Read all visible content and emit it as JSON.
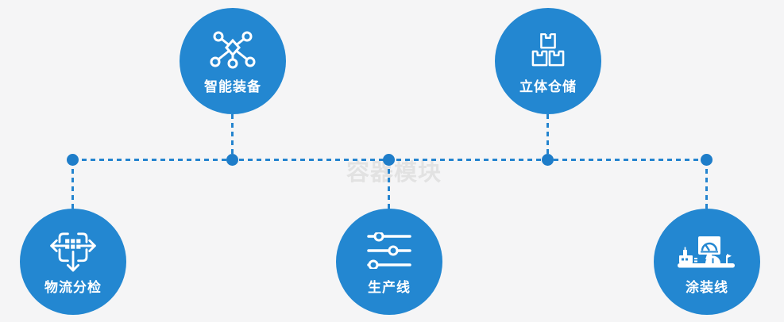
{
  "watermark": "容器模块",
  "colors": {
    "background": "#f5f5f6",
    "node_blue": "#2387d1",
    "connector_dash_blue": "#2484cf",
    "junction_dot_blue": "#1e7dc9",
    "icon_and_label_white": "#ffffff",
    "watermark_gray": "#e2e2e2"
  },
  "nodes": [
    {
      "label": "智能装备",
      "icon": "network-nodes-icon",
      "position": "top-left"
    },
    {
      "label": "立体仓储",
      "icon": "stacked-boxes-icon",
      "position": "top-right"
    },
    {
      "label": "物流分检",
      "icon": "sorting-arrows-icon",
      "position": "bottom-left"
    },
    {
      "label": "生产线",
      "icon": "sliders-icon",
      "position": "bottom-center"
    },
    {
      "label": "涂装线",
      "icon": "machine-console-icon",
      "position": "bottom-right"
    }
  ]
}
